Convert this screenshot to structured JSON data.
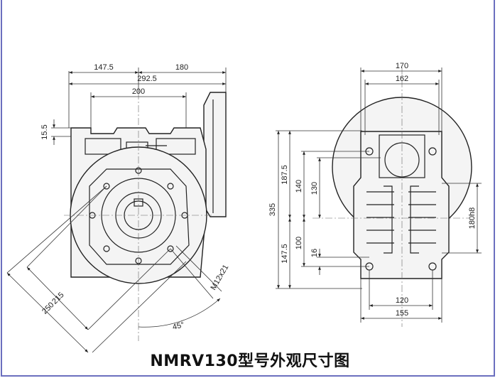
{
  "caption": "NMRV130型号外观尺寸图",
  "front_view": {
    "dims": {
      "d147_5": "147.5",
      "d180": "180",
      "d292_5": "292.5",
      "d200": "200",
      "d15_5": "15.5",
      "d215": "215",
      "d250": "250",
      "d45": "45°",
      "thread": "M12x21"
    }
  },
  "side_view": {
    "dims": {
      "d170": "170",
      "d162": "162",
      "d335": "335",
      "d187_5": "187.5",
      "d140": "140",
      "d130": "130",
      "d147_5": "147.5",
      "d100": "100",
      "d16": "16",
      "d180h8": "180h8",
      "d120": "120",
      "d155": "155"
    }
  }
}
